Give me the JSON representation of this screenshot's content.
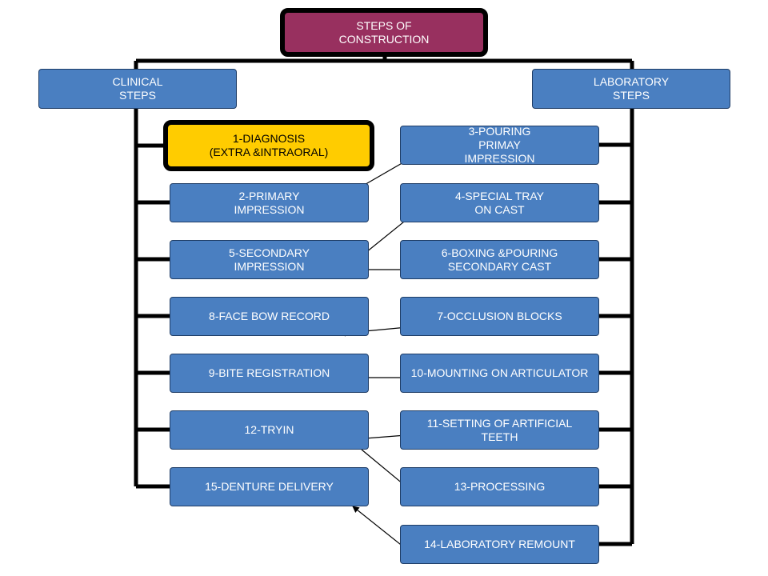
{
  "colors": {
    "box_blue": "#4a7fc1",
    "root_fill": "#98305f",
    "highlight_fill": "#ffcc00",
    "line": "#000000"
  },
  "root": {
    "label": "STEPS OF\nCONSTRUCTION"
  },
  "clinical_header": {
    "label": "CLINICAL\nSTEPS"
  },
  "laboratory_header": {
    "label": "LABORATORY\nSTEPS"
  },
  "clinical_steps": [
    {
      "label": "1-DIAGNOSIS\n(EXTRA &INTRAORAL)"
    },
    {
      "label": "2-PRIMARY\nIMPRESSION"
    },
    {
      "label": "5-SECONDARY\nIMPRESSION"
    },
    {
      "label": "8-FACE BOW RECORD"
    },
    {
      "label": "9-BITE REGISTRATION"
    },
    {
      "label": "12-TRYIN"
    },
    {
      "label": "15-DENTURE DELIVERY"
    }
  ],
  "laboratory_steps": [
    {
      "label": "3-POURING\nPRIMAY\nIMPRESSION"
    },
    {
      "label": "4-SPECIAL TRAY\nON CAST"
    },
    {
      "label": "6-BOXING &POURING\nSECONDARY CAST"
    },
    {
      "label": "7-OCCLUSION BLOCKS"
    },
    {
      "label": "10-MOUNTING ON ARTICULATOR"
    },
    {
      "label": "11-SETTING OF ARTIFICIAL\nTEETH"
    },
    {
      "label": "13-PROCESSING"
    },
    {
      "label": "14-LABORATORY REMOUNT"
    }
  ]
}
